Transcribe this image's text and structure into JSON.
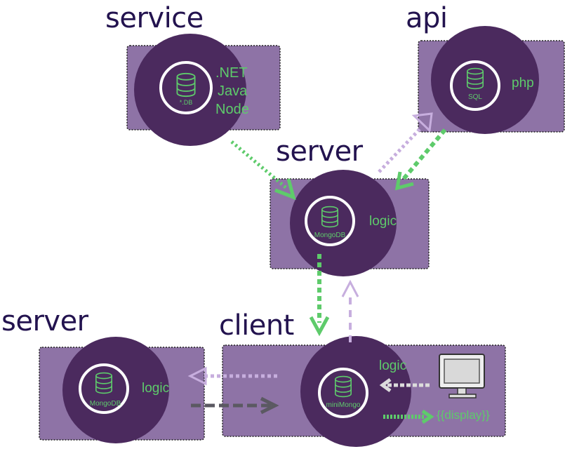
{
  "titles": {
    "service": "service",
    "api": "api",
    "server_top": "server",
    "server_left": "server",
    "client": "client"
  },
  "service_node": {
    "db_label": "*.DB",
    "lang_1": ".NET",
    "lang_2": "Java",
    "lang_3": "Node"
  },
  "api_node": {
    "db_label": "SQL",
    "lang": "php"
  },
  "server_node": {
    "db_label": "MongoDB",
    "logic": "logic"
  },
  "left_server_node": {
    "db_label": "MongoDB",
    "logic": "logic"
  },
  "client_node": {
    "db_label": "miniMongo",
    "logic": "logic",
    "display": "{{display}}"
  },
  "colors": {
    "panel": "#8e73a6",
    "circle": "#4b2a5e",
    "title": "#23134f",
    "green": "#5ecb6b",
    "light_purple": "#c7aede",
    "gray_arrow": "#5b5962"
  },
  "icons": [
    "database-icon",
    "monitor-icon",
    "arrow-icon"
  ]
}
